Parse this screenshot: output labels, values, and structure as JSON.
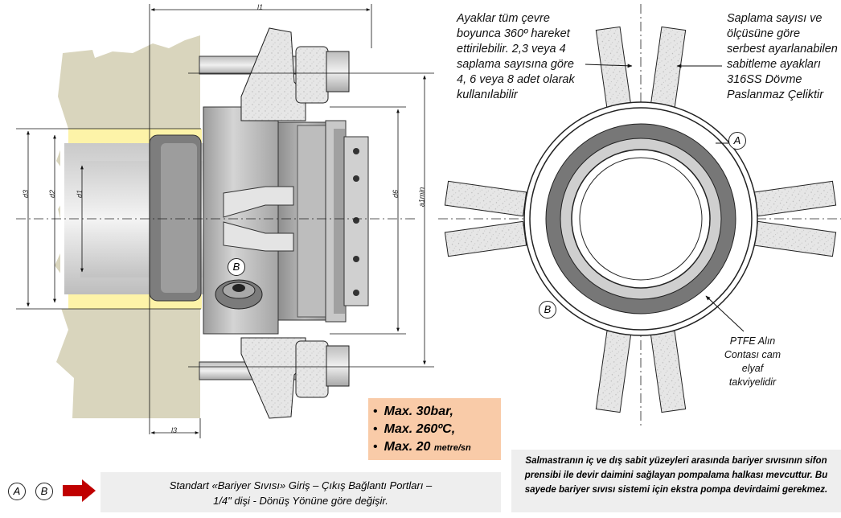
{
  "notes": {
    "left": "Ayaklar tüm çevre boyunca 360º hareket ettirilebilir. 2,3 veya 4 saplama sayısına göre 4, 6 veya 8 adet olarak kullanılabilir",
    "right": "Saplama sayısı ve ölçüsüne göre serbest ayarlanabilen sabitleme ayakları 316SS Dövme Paslanmaz Çeliktir",
    "ptfe": "PTFE Alın Contası cam elyaf takviyelidir"
  },
  "specs": {
    "pressure": "Max. 30bar,",
    "temperature": "Max. 260ºC,",
    "speed_value": "Max. 20",
    "speed_unit": "metre/sn"
  },
  "legend": {
    "line1": "Standart «Bariyer Sıvısı» Giriş – Çıkış Bağlantı Portları –",
    "line2": "1/4\" dişi  -  Dönüş Yönüne göre değişir."
  },
  "info": "Salmastranın iç ve dış sabit yüzeyleri arasında bariyer sıvısının sifon prensibi ile devir daimini sağlayan pompalama halkası mevcuttur. Bu sayede bariyer sıvısı sistemi için ekstra pompa devirdaimi gerekmez.",
  "markers": {
    "a": "A",
    "b": "B"
  },
  "dimensions": {
    "l1": "l1",
    "l3": "l3",
    "d1": "d1",
    "d2": "d2",
    "d3": "d3",
    "d6": "d6",
    "a1min": "a1min"
  },
  "colors": {
    "spec_bg": "#f9cba8",
    "wall": "#d9d5bd",
    "seat_yellow": "#fdf3a8",
    "arrow_red": "#c00000",
    "box_bg": "#eeeeee"
  }
}
